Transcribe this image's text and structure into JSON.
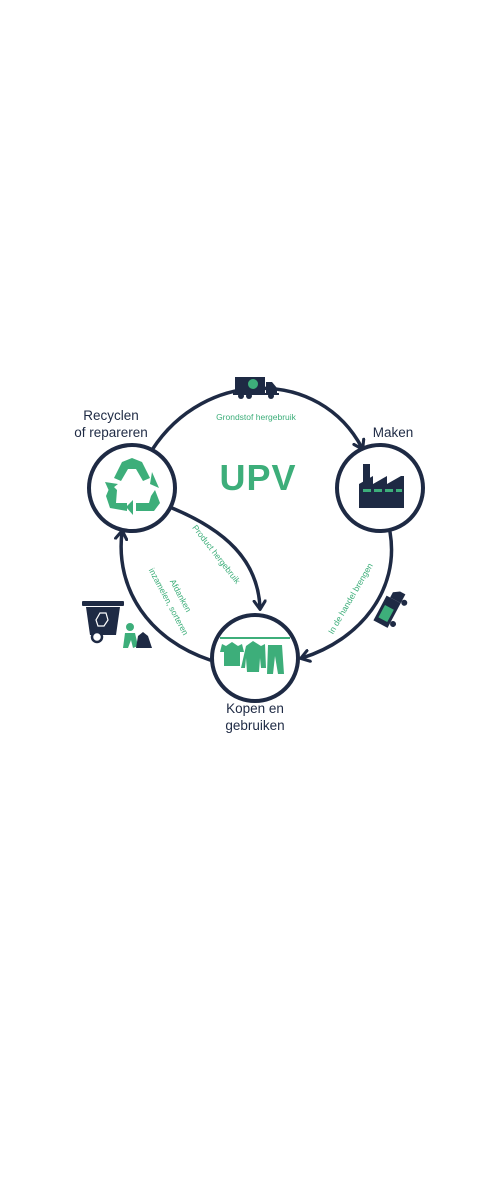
{
  "diagram": {
    "center_title": "UPV",
    "nodes": {
      "recycle": {
        "label_line1": "Recyclen",
        "label_line2": "of repareren",
        "icon": "recycle-icon"
      },
      "make": {
        "label": "Maken",
        "icon": "factory-icon"
      },
      "buy": {
        "label_line1": "Kopen en",
        "label_line2": "gebruiken",
        "icon": "clothes-rack-icon"
      }
    },
    "edges": {
      "raw_material_reuse": "Grondstof hergebruik",
      "product_reuse": "Product hergebruik",
      "market": "In de handel brengen",
      "discard_line1": "Afdanken",
      "discard_line2": "inzamelen, sorteren"
    },
    "decorations": [
      "truck-icon",
      "delivery-van-icon",
      "waste-bin-icon",
      "person-with-bag-icon"
    ],
    "colors": {
      "navy": "#1e2a44",
      "green": "#3dae7a",
      "background": "#ffffff"
    }
  }
}
